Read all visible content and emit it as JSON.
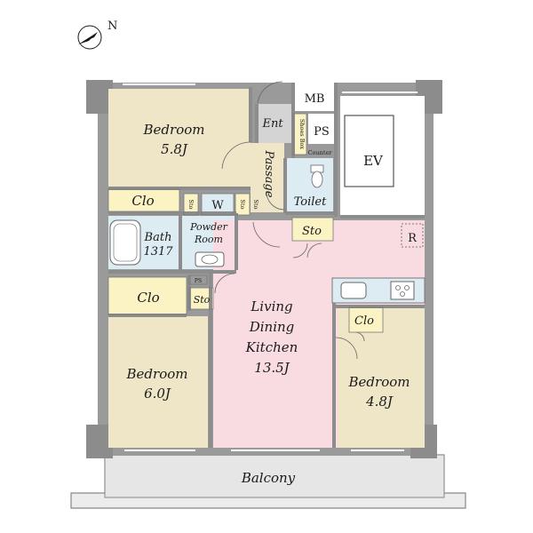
{
  "compass": {
    "label": "N"
  },
  "rooms": {
    "bedroom_nw": {
      "name": "Bedroom",
      "size": "5.8J"
    },
    "bedroom_sw": {
      "name": "Bedroom",
      "size": "6.0J"
    },
    "bedroom_se": {
      "name": "Bedroom",
      "size": "4.8J"
    },
    "ldk": {
      "line1": "Living",
      "line2": "Dining",
      "line3": "Kitchen",
      "size": "13.5J"
    },
    "bath": {
      "name": "Bath",
      "size": "1317"
    },
    "powder": {
      "line1": "Powder",
      "line2": "Room"
    },
    "toilet": {
      "name": "Toilet"
    },
    "passage": {
      "name": "Passage"
    },
    "entrance": {
      "name": "Ent"
    },
    "balcony": {
      "name": "Balcony"
    }
  },
  "storage": {
    "clo_nw": "Clo",
    "clo_sw": "Clo",
    "clo_se": "Clo",
    "sto_ldk": "Sto",
    "sto_sw": "Sto",
    "sto_small_1": "Sto",
    "sto_small_2": "Sto",
    "sto_small_3": "Sto",
    "shoes_box": "Shoes Box",
    "counter": "Counter"
  },
  "utilities": {
    "mb": "MB",
    "ps_top": "PS",
    "ps_small": "PS",
    "ev": "EV",
    "washer": "W",
    "refrigerator": "R"
  },
  "colors": {
    "wall": "#8c8c8c",
    "bedroom": "#efe6c8",
    "ldk": "#f9dce2",
    "wet": "#dcecf2",
    "storage": "#fbf3c4",
    "entrance": "#d2d2d2",
    "balcony": "#e8e8e8"
  }
}
